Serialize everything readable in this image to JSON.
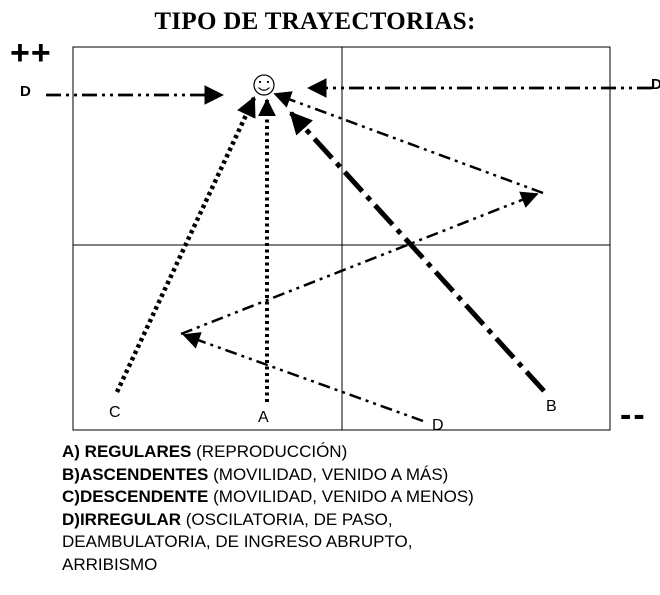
{
  "title": "TIPO DE TRAYECTORIAS:",
  "corners": {
    "top_left": "++",
    "bottom_right": "--"
  },
  "labels": {
    "d_left": "D",
    "d_right": "D",
    "c": "C",
    "a": "A",
    "b": "B",
    "d_bottom": "D",
    "smiley": "☺"
  },
  "legend": [
    {
      "key": "A) REGULARES",
      "desc": " (REPRODUCCIÓN)"
    },
    {
      "key": "B)ASCENDENTES",
      "desc": " (MOVILIDAD, VENIDO A MÁS)"
    },
    {
      "key": "C)DESCENDENTE",
      "desc": " (MOVILIDAD, VENIDO A MENOS)"
    },
    {
      "key": "D)IRREGULAR",
      "desc": " (OSCILATORIA, DE PASO,"
    }
  ],
  "legend_extra": [
    "DEAMBULATORIA, DE INGRESO ABRUPTO,",
    "ARRIBISMO"
  ]
}
